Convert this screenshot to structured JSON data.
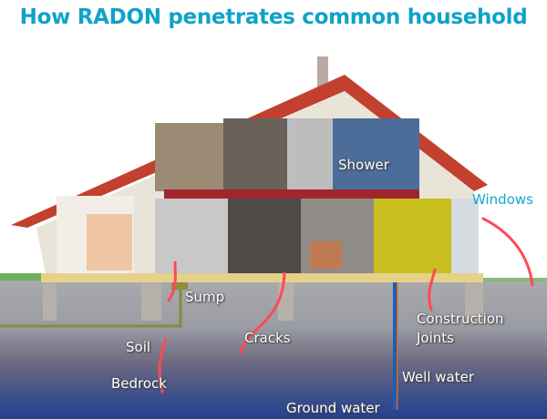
{
  "title": "How RADON penetrates common household",
  "labels": {
    "shower": "Shower",
    "windows": "Windows",
    "sump": "Sump",
    "soil": "Soil",
    "cracks": "Cracks",
    "construction": "Construction",
    "joints": "Joints",
    "bedrock": "Bedrock",
    "well_water": "Well water",
    "ground_water": "Ground water"
  },
  "colors": {
    "title": "#0ea3c9",
    "arrow": "#ff4a55",
    "well_pipe": "#1f5fb0"
  }
}
